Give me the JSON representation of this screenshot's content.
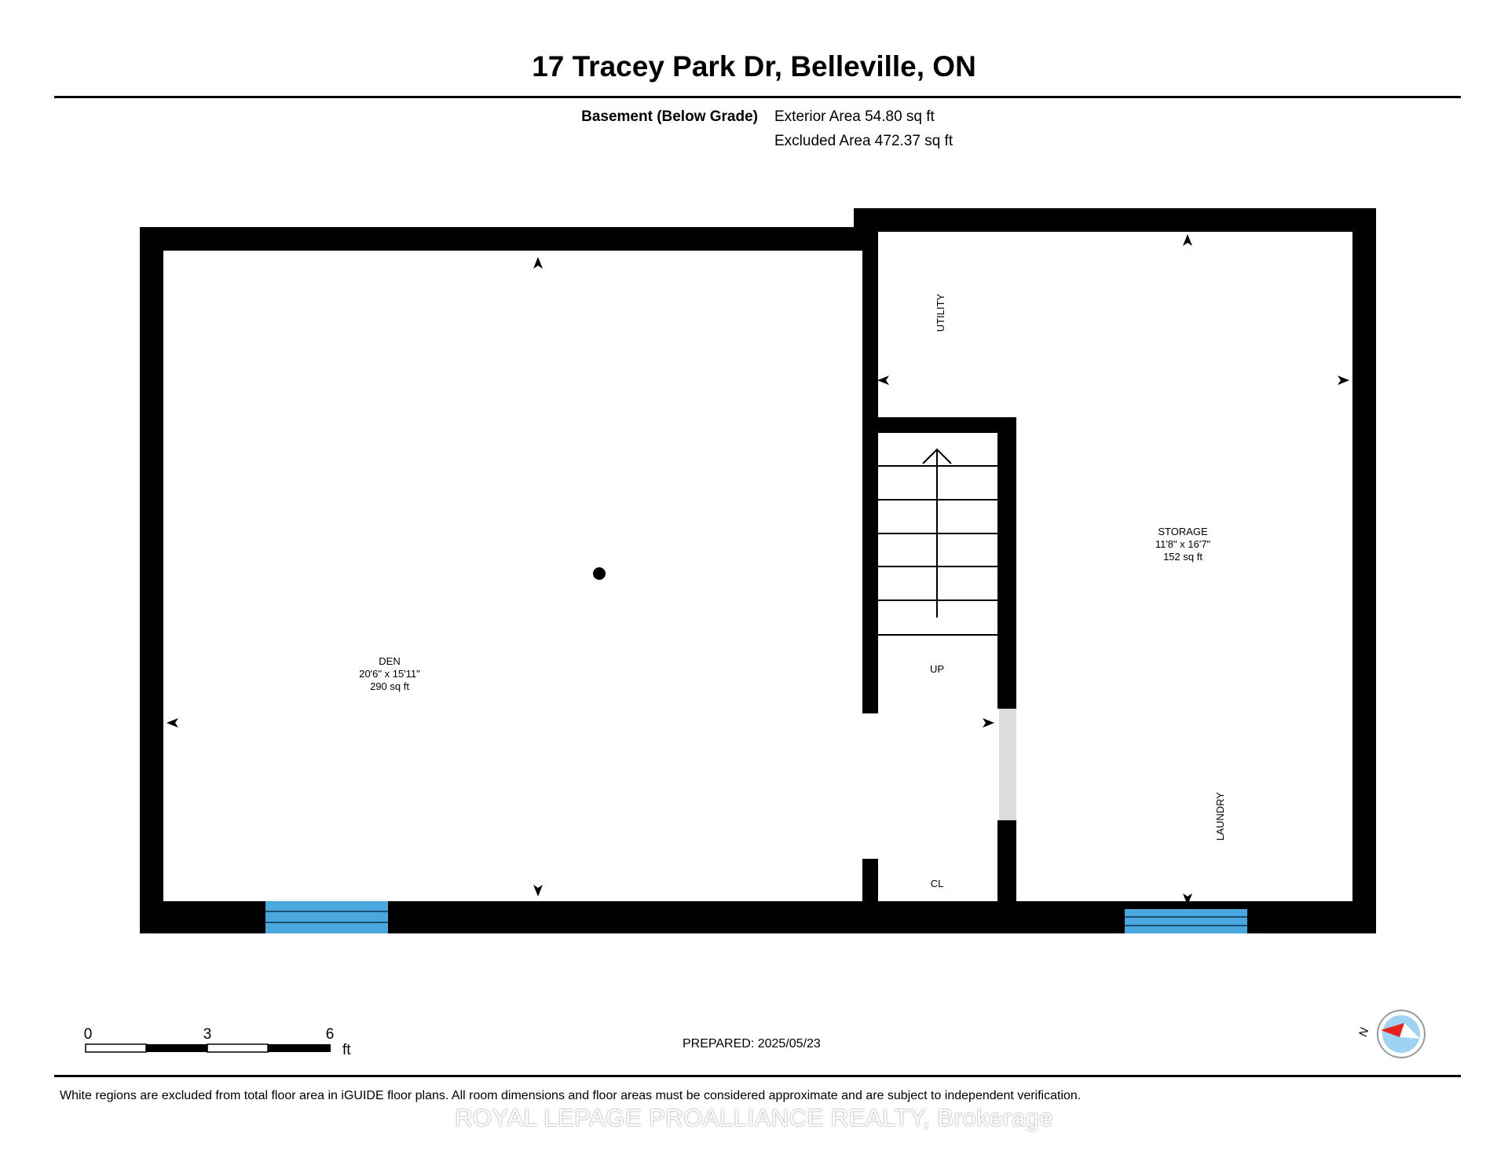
{
  "header": {
    "title": "17 Tracey Park Dr, Belleville, ON"
  },
  "summary": {
    "level": "Basement (Below Grade)",
    "exterior_area": "Exterior Area 54.80 sq ft",
    "excluded_area": "Excluded Area 472.37 sq ft"
  },
  "rooms": {
    "den": {
      "name": "DEN",
      "dims": "20'6\" x 15'11\"",
      "area": "290 sq ft"
    },
    "storage": {
      "name": "STORAGE",
      "dims": "11'8\" x 16'7\"",
      "area": "152 sq ft"
    },
    "utility": "UTILITY",
    "laundry": "LAUNDRY",
    "up": "UP",
    "closet": "CL"
  },
  "scale": {
    "ticks": [
      "0",
      "3",
      "6"
    ],
    "unit": "ft"
  },
  "compass": {
    "label": "N"
  },
  "footer": {
    "prepared": "PREPARED: 2025/05/23",
    "disclaimer": "White regions are excluded from total floor area in iGUIDE floor plans. All room dimensions and floor areas must be considered approximate and are subject to independent verification.",
    "brokerage": "ROYAL LEPAGE PROALLIANCE REALTY, Brokerage"
  },
  "colors": {
    "wall": "#000000",
    "window": "#4aa8de",
    "door_opening": "#dcdcdc",
    "compass_needle": "#e8211d",
    "compass_face": "#9fd3f2"
  }
}
